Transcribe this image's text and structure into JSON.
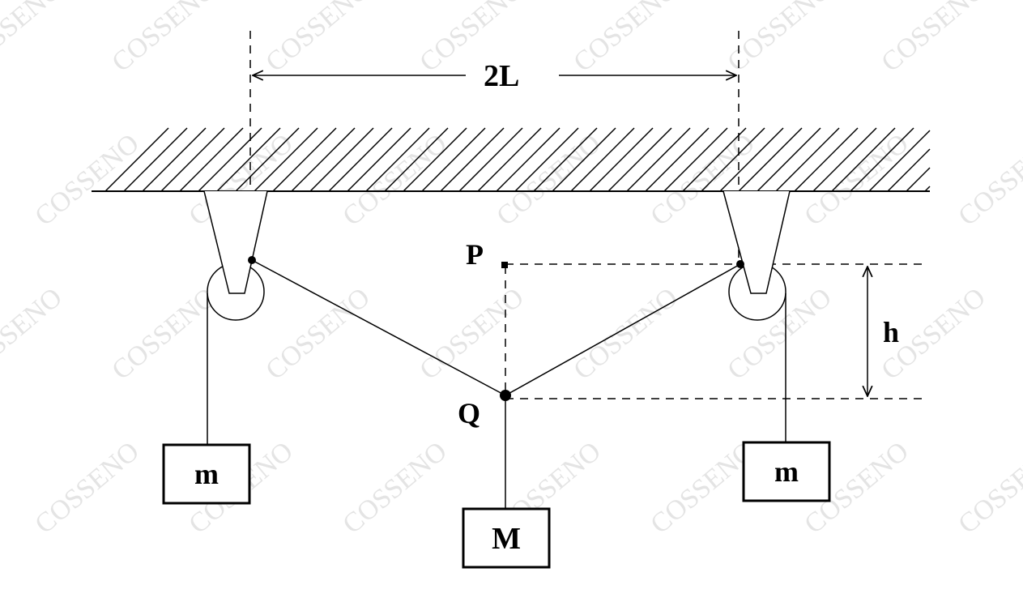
{
  "watermark": "COSSENO",
  "labels": {
    "span": "2L",
    "point_p": "P",
    "point_q": "Q",
    "height": "h",
    "mass_left": "m",
    "mass_right": "m",
    "mass_center": "M"
  }
}
